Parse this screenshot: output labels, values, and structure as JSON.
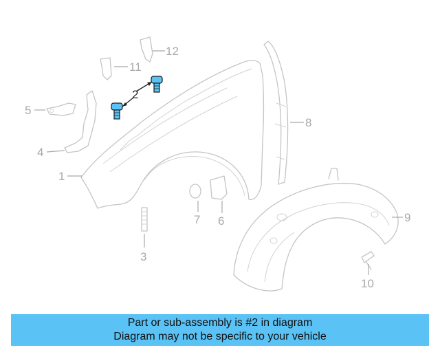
{
  "diagram": {
    "callouts": {
      "c1": "1",
      "c2": "2",
      "c3": "3",
      "c4": "4",
      "c5": "5",
      "c6": "6",
      "c7": "7",
      "c8": "8",
      "c9": "9",
      "c10": "10",
      "c11": "11",
      "c12": "12"
    },
    "highlighted_part": "2",
    "highlight_color": "#5ac2f5",
    "banner_color": "#5ac2f5"
  },
  "banner": {
    "line1": "Part or sub-assembly is #2 in diagram",
    "line2": "Diagram may not be specific to your vehicle"
  }
}
